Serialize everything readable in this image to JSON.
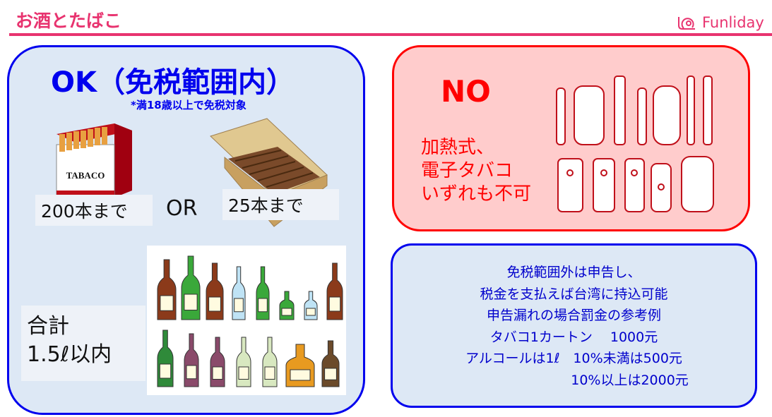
{
  "header": {
    "title": "お酒とたばこ",
    "brand": "Funliday"
  },
  "ok": {
    "title": "OK（免税範囲内）",
    "note": "*満18歳以上で免税対象",
    "cigarette_label": "200本まで",
    "cigarette_pack_text": "TABACO",
    "or": "OR",
    "cigar_label": "25本まで",
    "total_line1": "合計",
    "total_line2": "1.5ℓ以内",
    "bottle_colors_top": [
      "#8b3a1a",
      "#3aa83a",
      "#8b3a1a",
      "#bfe3f5",
      "#3aa83a",
      "#3aa83a",
      "#bfe3f5",
      "#8b3a1a"
    ],
    "bottle_colors_bottom": [
      "#2f8a3a",
      "#8a4a6a",
      "#8a4a6a",
      "#d8e8c0",
      "#d8e8c0",
      "#e89a20",
      "#6b4a2a"
    ]
  },
  "no": {
    "title": "NO",
    "lines": [
      "加熱式、",
      "電子タバコ",
      "いずれも不可"
    ]
  },
  "info": {
    "lines": [
      "免税範囲外は申告し、",
      "税金を支払えば台湾に持込可能",
      "申告漏れの場合罰金の参考例",
      "タバコ1カートン　 1000元",
      "アルコールは1ℓ　10%未満は500元",
      "　　　　　　　　 10%以上は2000元"
    ]
  }
}
